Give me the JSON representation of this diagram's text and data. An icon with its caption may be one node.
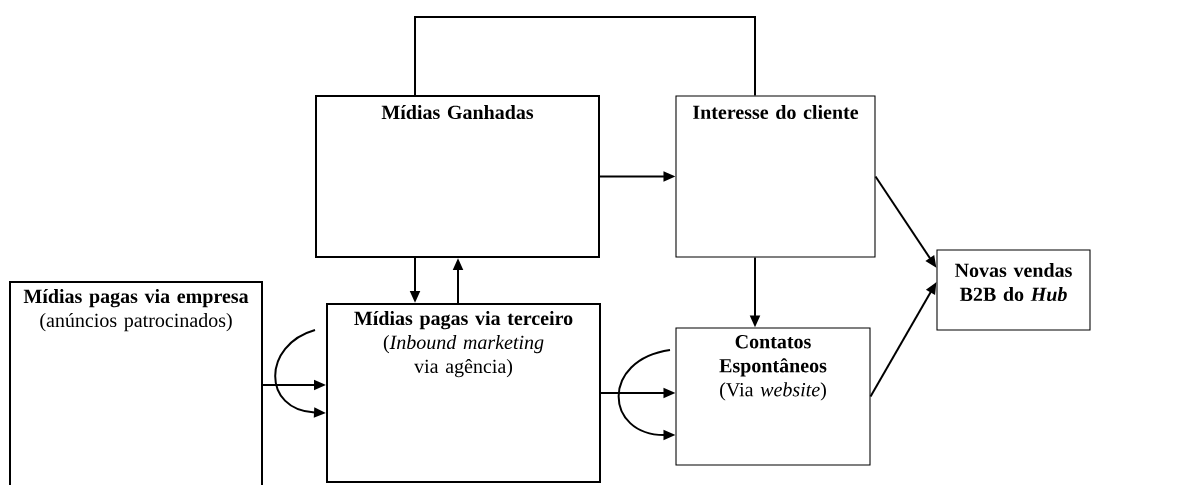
{
  "diagram": {
    "nodes": [
      {
        "text": [
          "Mídias Ganhadas"
        ]
      },
      {
        "text": [
          "Interesse do cliente"
        ]
      },
      {
        "text": [
          "Novas vendas B2B do *Hub*"
        ]
      },
      {
        "text": [
          "Mídias pagas via empresa",
          "(anúncios patrocinados)"
        ]
      },
      {
        "text": [
          "Mídias pagas via terceiro",
          "(*Inbound marketing* via agência)"
        ]
      },
      {
        "text": [
          "Contatos Espontâneos",
          "(Via *website*)"
        ]
      }
    ],
    "edges": [
      {
        "from": 0,
        "to": 1,
        "arrow": "to"
      },
      {
        "from": 0,
        "to": 1,
        "arrow": "none"
      },
      {
        "from": 0,
        "to": 4,
        "arrow": "to"
      },
      {
        "from": 4,
        "to": 0,
        "arrow": "to"
      },
      {
        "from": 3,
        "to": 4,
        "arrow": "to"
      },
      {
        "from": null,
        "to": 4,
        "arrow": "to"
      },
      {
        "from": 4,
        "to": 5,
        "arrow": "to"
      },
      {
        "from": null,
        "to": 5,
        "arrow": "to"
      },
      {
        "from": 1,
        "to": 5,
        "arrow": "to"
      },
      {
        "from": 1,
        "to": 2,
        "arrow": "to"
      },
      {
        "from": 5,
        "to": 2,
        "arrow": "to"
      }
    ]
  }
}
